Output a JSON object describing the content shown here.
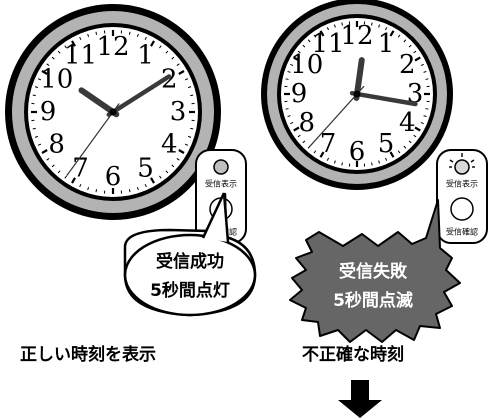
{
  "clocks": [
    {
      "numerals": [
        "12",
        "1",
        "2",
        "3",
        "4",
        "5",
        "6",
        "7",
        "8",
        "9",
        "10",
        "11"
      ],
      "time": {
        "hour": 10,
        "minute": 9,
        "second": 36
      },
      "caption": "正しい時刻を表示"
    },
    {
      "numerals": [
        "12",
        "1",
        "2",
        "3",
        "4",
        "5",
        "6",
        "7",
        "8",
        "9",
        "10",
        "11"
      ],
      "time": {
        "hour": 12,
        "minute": 16,
        "second": 37
      },
      "caption": "不正確な時刻"
    }
  ],
  "receiver": {
    "display_label": "受信表示",
    "confirm_label": "受信確認"
  },
  "success_bubble": {
    "line1": "受信成功",
    "line2": "5秒間点灯"
  },
  "fail_bubble": {
    "line1": "受信失敗",
    "line2": "5秒間点滅"
  },
  "colors": {
    "ink": "#000000",
    "frame": "#b3b3b3",
    "fail_bubble_fill": "#666666",
    "lamp_off": "#bfbfbf",
    "lamp_dim": "#d9d9d9"
  }
}
